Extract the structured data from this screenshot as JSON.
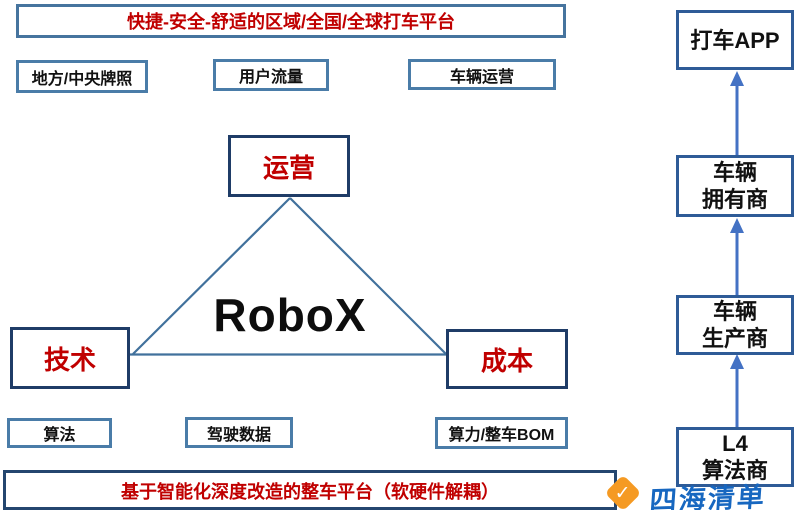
{
  "colors": {
    "accent_red": "#C00000",
    "steel_blue_border": "#4A7CA8",
    "navy_border": "#1F3C67",
    "chain_border": "#2E5B97",
    "triangle_line": "#41719C",
    "arrow_blue": "#4472C4",
    "logo_orange": "#F59A23",
    "logo_blue": "#1767C0"
  },
  "top_banner": {
    "label": "快捷-安全-舒适的区域/全国/全球打车平台"
  },
  "top_row": [
    {
      "label": "地方/中央牌照"
    },
    {
      "label": "用户流量"
    },
    {
      "label": "车辆运营"
    }
  ],
  "triangle": {
    "center_label": "RoboX",
    "top_vertex": "运营",
    "left_vertex": "技术",
    "right_vertex": "成本"
  },
  "bottom_row": [
    {
      "label": "算法"
    },
    {
      "label": "驾驶数据"
    },
    {
      "label": "算力/整车BOM"
    }
  ],
  "bottom_banner": {
    "label": "基于智能化深度改造的整车平台（软硬件解耦）"
  },
  "value_chain": {
    "items": [
      {
        "line1": "打车APP",
        "line2": ""
      },
      {
        "line1": "车辆",
        "line2": "拥有商"
      },
      {
        "line1": "车辆",
        "line2": "生产商"
      },
      {
        "line1": "L4",
        "line2": "算法商"
      }
    ]
  },
  "watermark": {
    "text": "四海清单",
    "check_glyph": "✓"
  }
}
